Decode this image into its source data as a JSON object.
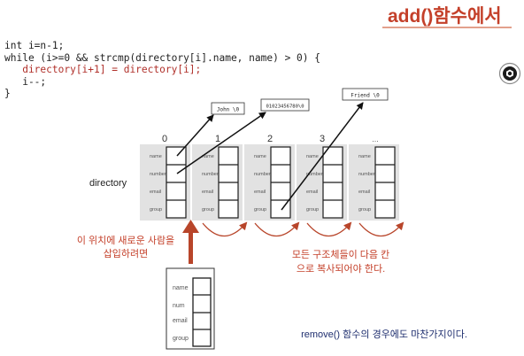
{
  "title": "add()함수에서",
  "code_lines": [
    "int i=n-1;",
    "while (i>=0 && strcmp(directory[i].name, name) > 0) {",
    "   directory[i+1] = directory[i];",
    "   i--;",
    "}"
  ],
  "array_label": "directory",
  "indices": [
    "0",
    "1",
    "2",
    "3",
    "..."
  ],
  "field_labels": [
    "name",
    "number",
    "email",
    "group"
  ],
  "new_field_labels": [
    "name",
    "num",
    "email",
    "group"
  ],
  "strings": {
    "john": "John \\0",
    "phone": "01023456780\\0",
    "friend": "Friend \\0"
  },
  "notes": {
    "insert_position": [
      "이 위치에 새로운 사람을",
      "삽입하려면"
    ],
    "copy_structs": [
      "모든 구조체들이 다음 칸",
      "으로 복사되어야 한다."
    ],
    "remove": "remove() 함수의 경우에도 마찬가지이다."
  },
  "colors": {
    "accent": "#c4402a",
    "arrow": "#b8452a",
    "cell_bg": "#e2e2e2",
    "note_blue": "#1f2f6f"
  }
}
